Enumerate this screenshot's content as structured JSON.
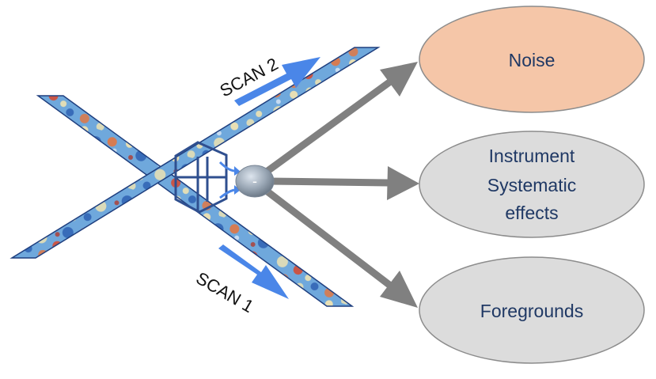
{
  "scans": {
    "scan1_label": "SCAN 1",
    "scan2_label": "SCAN 2"
  },
  "difference": {
    "symbol": "-"
  },
  "outputs": [
    {
      "lines": [
        "Noise"
      ],
      "fill": "#F5C6A8"
    },
    {
      "lines": [
        "Instrument",
        "Systematic",
        "effects"
      ],
      "fill": "#DCDCDC"
    },
    {
      "lines": [
        "Foregrounds"
      ],
      "fill": "#DCDCDC"
    }
  ],
  "colors": {
    "text": "#1F3864",
    "arrow": "#808080",
    "scan_arrow": "#4A86E8",
    "hexagon": "#2F4F8F",
    "strip_border": "#1F3F7F",
    "map_base": "#6FA8DC",
    "map_warm": "#E8743B",
    "map_cold": "#2A5DB0",
    "map_light": "#F5E6B0",
    "node_fill": "#9AA7B5",
    "ellipse_stroke": "#8C8C8C"
  }
}
